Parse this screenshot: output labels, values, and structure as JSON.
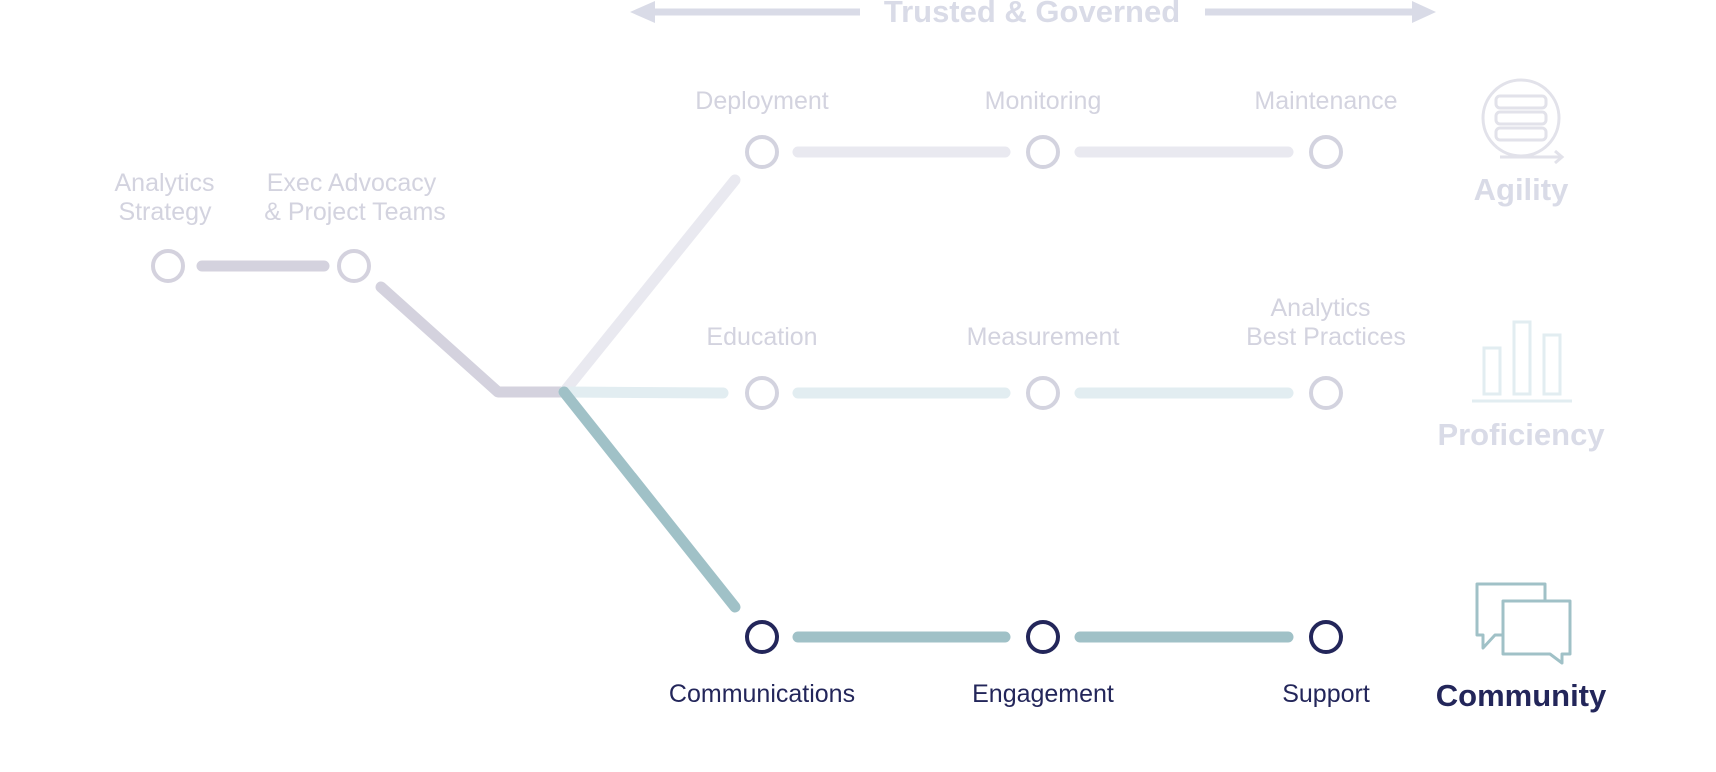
{
  "header": {
    "title": "Trusted & Governed"
  },
  "foundation": {
    "analytics_strategy": [
      "Analytics",
      "Strategy"
    ],
    "exec_advocacy": [
      "Exec Advocacy",
      "& Project Teams"
    ]
  },
  "tracks": {
    "agility": {
      "category": "Agility",
      "stages": [
        "Deployment",
        "Monitoring",
        "Maintenance"
      ]
    },
    "proficiency": {
      "category": "Proficiency",
      "stages": [
        "Education",
        "Measurement",
        [
          "Analytics",
          "Best Practices"
        ]
      ]
    },
    "community": {
      "category": "Community",
      "stages": [
        "Communications",
        "Engagement",
        "Support"
      ]
    }
  },
  "icons": {
    "agility": "server-stack-icon",
    "proficiency": "bar-chart-icon",
    "community": "chat-bubbles-icon"
  },
  "colors": {
    "faded_text": "#d3d3df",
    "faded_line": "#e6e6ee",
    "proficiency_line": "#e2edf1",
    "foundation_line": "#d4d2de",
    "active_line": "#a0c1c7",
    "active_text": "#23265a",
    "arrow": "#d9dbe7"
  }
}
